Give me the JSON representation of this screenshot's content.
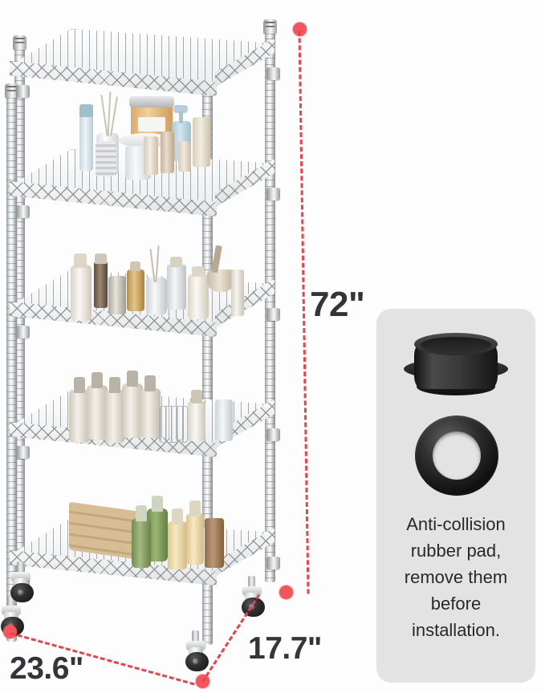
{
  "background_color": "#fdfdfd",
  "product": {
    "name": "5-tier chrome wire shelving rack with casters",
    "tier_count": 5,
    "post_count": 4,
    "caster_count": 4
  },
  "dimensions": {
    "accent_color": "#e8434b",
    "label_color": "#333638",
    "height": {
      "label": "72\"",
      "value": 72,
      "unit": "in"
    },
    "width": {
      "label": "23.6\"",
      "value": 23.6,
      "unit": "in"
    },
    "depth": {
      "label": "17.7\"",
      "value": 17.7,
      "unit": "in"
    }
  },
  "inset_panel": {
    "background_color": "#e3e3e3",
    "part_color": "#1d1d1d",
    "parts": [
      {
        "name": "rubber-pad-side-view"
      },
      {
        "name": "rubber-pad-top-view"
      }
    ],
    "caption_lines": [
      "Anti-collision",
      "rubber pad,",
      "remove them",
      "before",
      "installation."
    ]
  },
  "shelf_contents": [
    {
      "tier": 1,
      "items": "empty"
    },
    {
      "tier": 2,
      "items": "spa jar, reed diffuser, cotton swab jar, lotion pump bottles, soap dispensers"
    },
    {
      "tier": 3,
      "items": "lotion bottles, perfume bottles, reed diffuser, cream jars, bowl"
    },
    {
      "tier": 4,
      "items": "detergent pump bottles, wire caddy, spray bottle"
    },
    {
      "tier": 5,
      "items": "folded tan towels, green pump bottle, cream bottles, brown canister"
    }
  ]
}
